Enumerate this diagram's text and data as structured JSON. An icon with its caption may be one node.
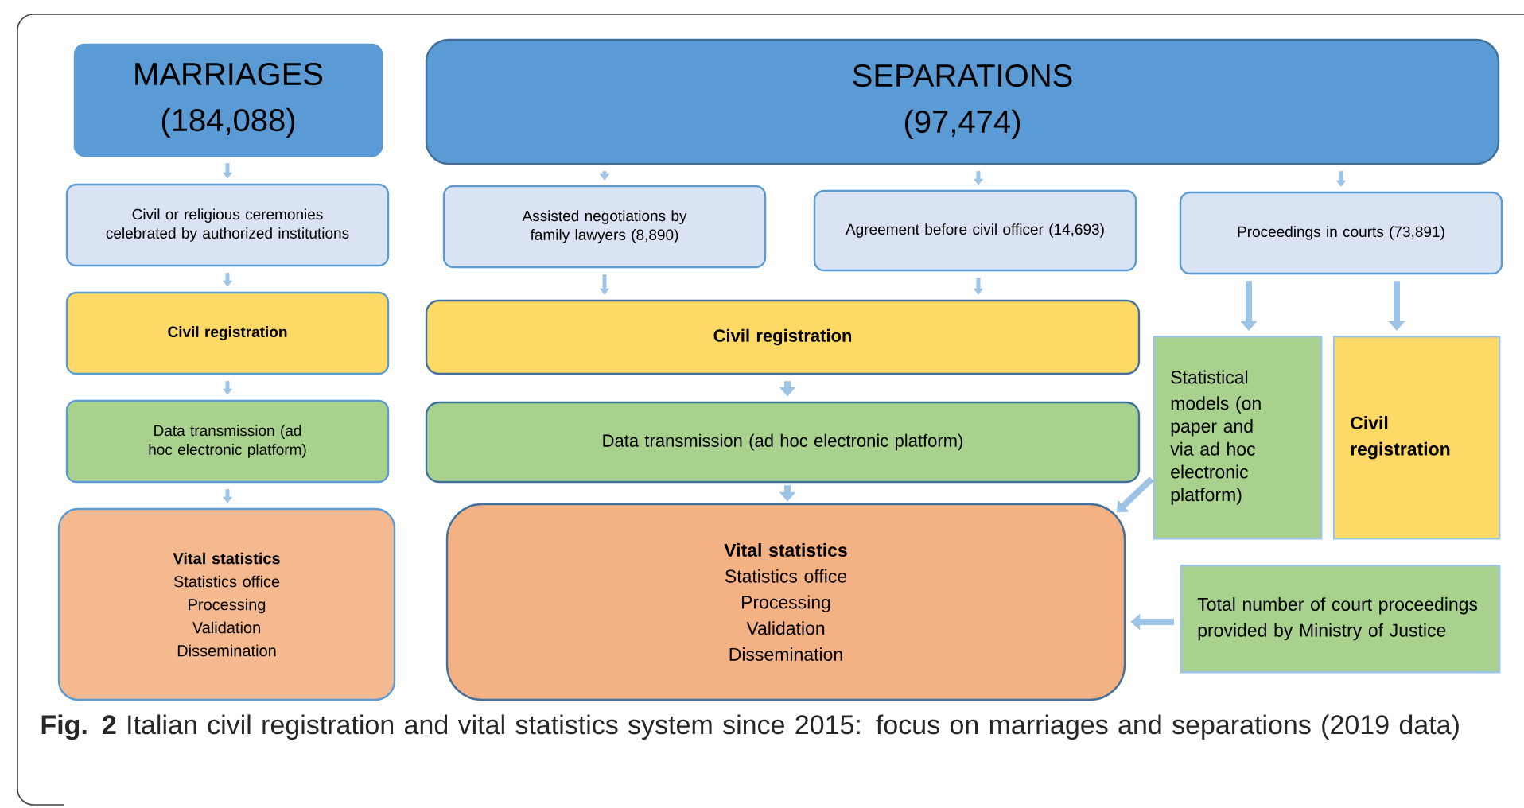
{
  "diagram": {
    "caption": "**Fig. 2** Italian civil registration and vital statistics system since 2015: focus on marriages and separations (2019 data)",
    "nodes": [
      {
        "text": [
          "MARRIAGES",
          "(184,088)"
        ]
      },
      {
        "text": [
          "SEPARATIONS",
          "(97,474)"
        ]
      },
      {
        "text": [
          "Civil or religious ceremonies celebrated by authorized institutions"
        ]
      },
      {
        "text": [
          "Assisted negotiations by family lawyers (8,890)"
        ]
      },
      {
        "text": [
          "Agreement before civil officer (14,693)"
        ]
      },
      {
        "text": [
          "Proceedings in courts (73,891)"
        ]
      },
      {
        "text": [
          "Civil registration"
        ]
      },
      {
        "text": [
          "Civil registration"
        ]
      },
      {
        "text": [
          "Statistical models (on paper and via ad hoc electronic platform)"
        ]
      },
      {
        "text": [
          "Civil registration"
        ]
      },
      {
        "text": [
          "Data transmission (ad hoc electronic platform)"
        ]
      },
      {
        "text": [
          "Data transmission (ad hoc electronic platform)"
        ]
      },
      {
        "text": [
          "Vital statistics",
          "Statistics office",
          "Processing",
          "Validation",
          "Dissemination"
        ]
      },
      {
        "text": [
          "Vital statistics",
          "Statistics office",
          "Processing",
          "Validation",
          "Dissemination"
        ]
      },
      {
        "text": [
          "Total number of court proceedings provided by Ministry of Justice"
        ]
      }
    ],
    "edges": [
      {
        "from": 0,
        "to": 2,
        "arrow": "to"
      },
      {
        "from": 2,
        "to": 6,
        "arrow": "to"
      },
      {
        "from": 6,
        "to": 10,
        "arrow": "to"
      },
      {
        "from": 10,
        "to": 12,
        "arrow": "to"
      },
      {
        "from": 1,
        "to": 3,
        "arrow": "to"
      },
      {
        "from": 1,
        "to": 4,
        "arrow": "to"
      },
      {
        "from": 1,
        "to": 5,
        "arrow": "to"
      },
      {
        "from": 3,
        "to": 7,
        "arrow": "to"
      },
      {
        "from": 4,
        "to": 7,
        "arrow": "to"
      },
      {
        "from": 5,
        "to": 8,
        "arrow": "to"
      },
      {
        "from": 5,
        "to": 9,
        "arrow": "to"
      },
      {
        "from": 7,
        "to": 11,
        "arrow": "to"
      },
      {
        "from": 11,
        "to": 13,
        "arrow": "to"
      },
      {
        "from": 8,
        "to": 13,
        "arrow": "to"
      },
      {
        "from": 14,
        "to": 13,
        "arrow": "to"
      }
    ]
  }
}
